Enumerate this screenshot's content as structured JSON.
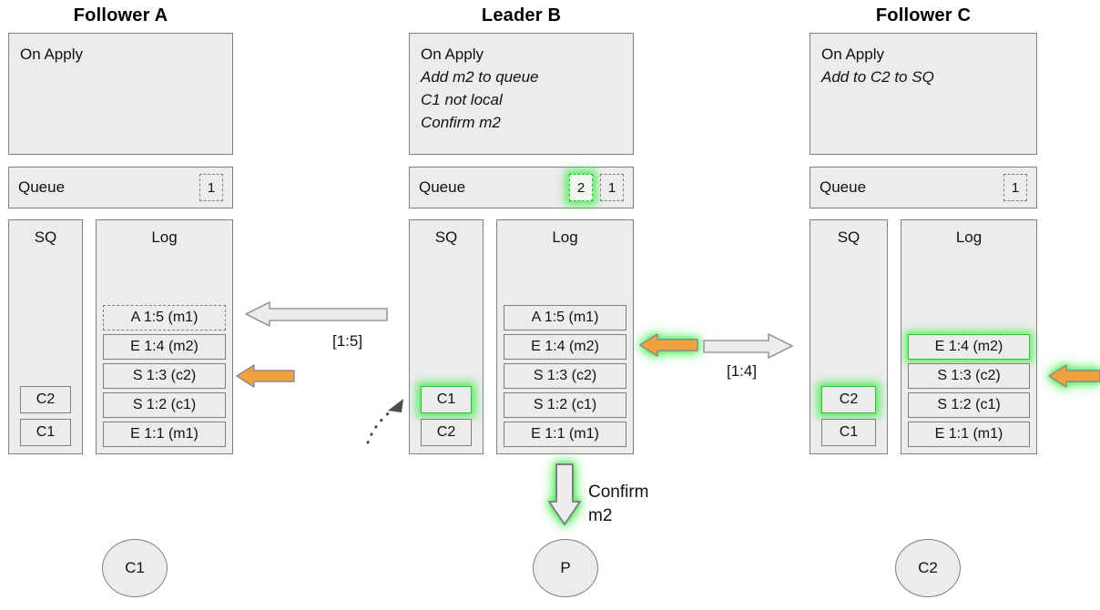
{
  "nodes": [
    {
      "title": "Follower A",
      "on_apply": {
        "header": "On Apply",
        "lines": []
      },
      "queue": {
        "label": "Queue",
        "slots": [
          {
            "value": "1",
            "highlight": false
          }
        ]
      },
      "sq": {
        "label": "SQ",
        "items": [
          {
            "value": "C1",
            "highlight": false
          },
          {
            "value": "C2",
            "highlight": false
          }
        ]
      },
      "log": {
        "label": "Log",
        "entries": [
          {
            "text": "E 1:1 (m1)",
            "style": "solid",
            "highlight": false
          },
          {
            "text": "S 1:2 (c1)",
            "style": "solid",
            "highlight": false
          },
          {
            "text": "S 1:3 (c2)",
            "style": "solid",
            "highlight": false
          },
          {
            "text": "E 1:4 (m2)",
            "style": "solid",
            "highlight": false
          },
          {
            "text": "A 1:5 (m1)",
            "style": "dashed",
            "highlight": false
          }
        ]
      },
      "client": "C1"
    },
    {
      "title": "Leader B",
      "on_apply": {
        "header": "On Apply",
        "lines": [
          "Add m2 to queue",
          "C1 not local",
          "Confirm m2"
        ]
      },
      "queue": {
        "label": "Queue",
        "slots": [
          {
            "value": "2",
            "highlight": true
          },
          {
            "value": "1",
            "highlight": false
          }
        ]
      },
      "sq": {
        "label": "SQ",
        "items": [
          {
            "value": "C2",
            "highlight": false
          },
          {
            "value": "C1",
            "highlight": true
          }
        ]
      },
      "log": {
        "label": "Log",
        "entries": [
          {
            "text": "E 1:1 (m1)",
            "style": "solid",
            "highlight": false
          },
          {
            "text": "S 1:2 (c1)",
            "style": "solid",
            "highlight": false
          },
          {
            "text": "S 1:3 (c2)",
            "style": "solid",
            "highlight": false
          },
          {
            "text": "E 1:4 (m2)",
            "style": "solid",
            "highlight": false
          },
          {
            "text": "A 1:5 (m1)",
            "style": "solid",
            "highlight": false
          }
        ]
      },
      "client": "P"
    },
    {
      "title": "Follower C",
      "on_apply": {
        "header": "On Apply",
        "lines": [
          "Add to C2 to SQ"
        ]
      },
      "queue": {
        "label": "Queue",
        "slots": [
          {
            "value": "1",
            "highlight": false
          }
        ]
      },
      "sq": {
        "label": "SQ",
        "items": [
          {
            "value": "C1",
            "highlight": false
          },
          {
            "value": "C2",
            "highlight": true
          }
        ]
      },
      "log": {
        "label": "Log",
        "entries": [
          {
            "text": "E 1:1 (m1)",
            "style": "solid",
            "highlight": false
          },
          {
            "text": "S 1:2 (c1)",
            "style": "solid",
            "highlight": false
          },
          {
            "text": "S 1:3 (c2)",
            "style": "solid",
            "highlight": false
          },
          {
            "text": "E 1:4 (m2)",
            "style": "solid",
            "highlight": true
          }
        ]
      },
      "client": "C2"
    }
  ],
  "edges": {
    "ab_label": "[1:5]",
    "bc_label": "[1:4]",
    "confirm_line1": "Confirm",
    "confirm_line2": "m2"
  },
  "colors": {
    "panel_fill": "#ececec",
    "panel_border": "#808080",
    "highlight_green": "#2ec22e",
    "apply_arrow_orange": "#f0a33c",
    "message_arrow_fill": "#ececec"
  }
}
